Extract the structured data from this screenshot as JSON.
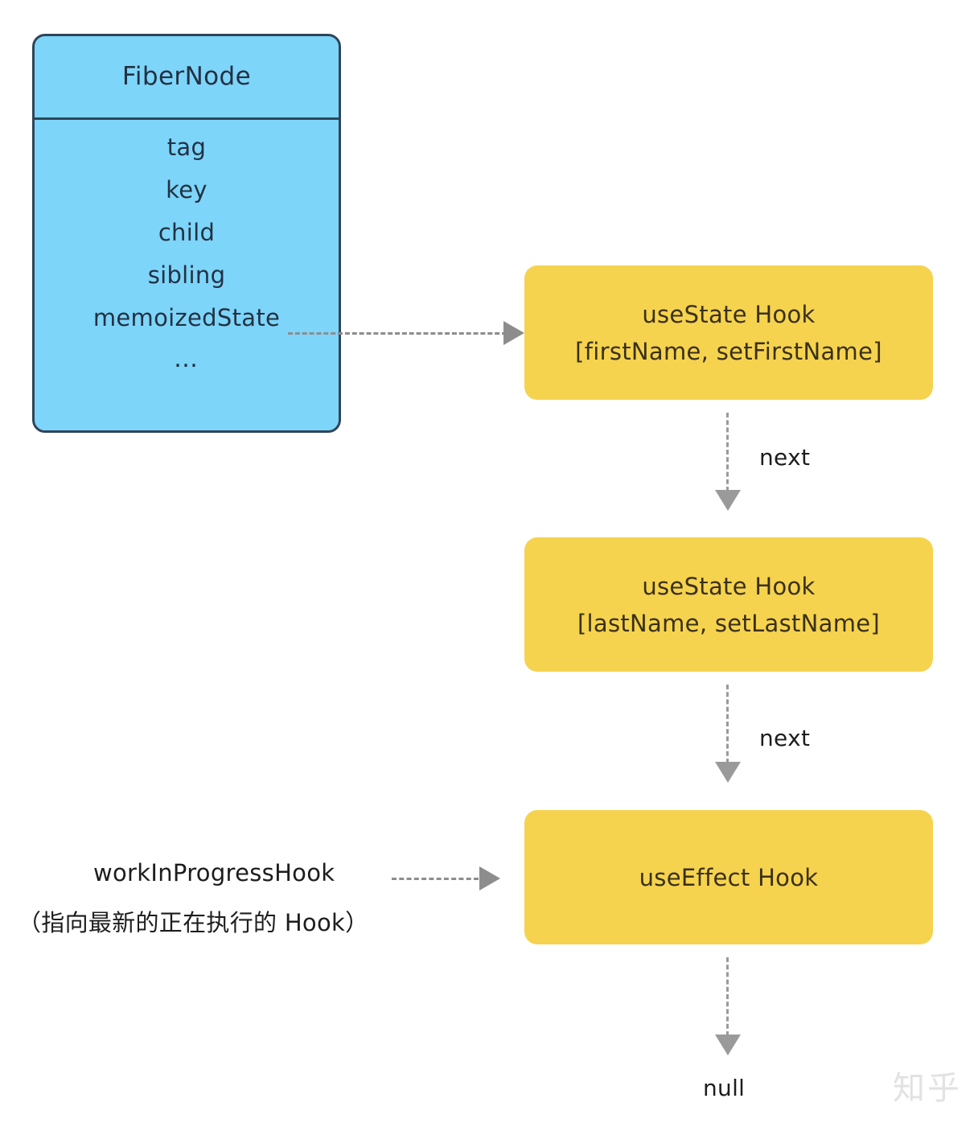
{
  "diagram": {
    "background_color": "#ffffff",
    "fiber_node": {
      "title": "FiberNode",
      "fill_color": "#7DD5FA",
      "border_color": "#2f4558",
      "fields": [
        "tag",
        "key",
        "child",
        "sibling",
        "memoizedState",
        "…"
      ]
    },
    "hooks": [
      {
        "id": "hook-usestate-firstname",
        "title": "useState Hook",
        "signature": "[firstName, setFirstName]",
        "fill_color": "#F5D34E"
      },
      {
        "id": "hook-usestate-lastname",
        "title": "useState Hook",
        "signature": "[lastName, setLastName]",
        "fill_color": "#F5D34E"
      },
      {
        "id": "hook-useeffect",
        "title": "useEffect Hook",
        "signature": "",
        "fill_color": "#F5D34E"
      }
    ],
    "connectors": {
      "next_label_1": "next",
      "next_label_2": "next",
      "terminator": "null",
      "line_color": "#8d8d8d"
    },
    "annotation": {
      "pointer_name": "workInProgressHook",
      "description": "（指向最新的正在执行的 Hook）"
    },
    "watermark": "知乎"
  }
}
